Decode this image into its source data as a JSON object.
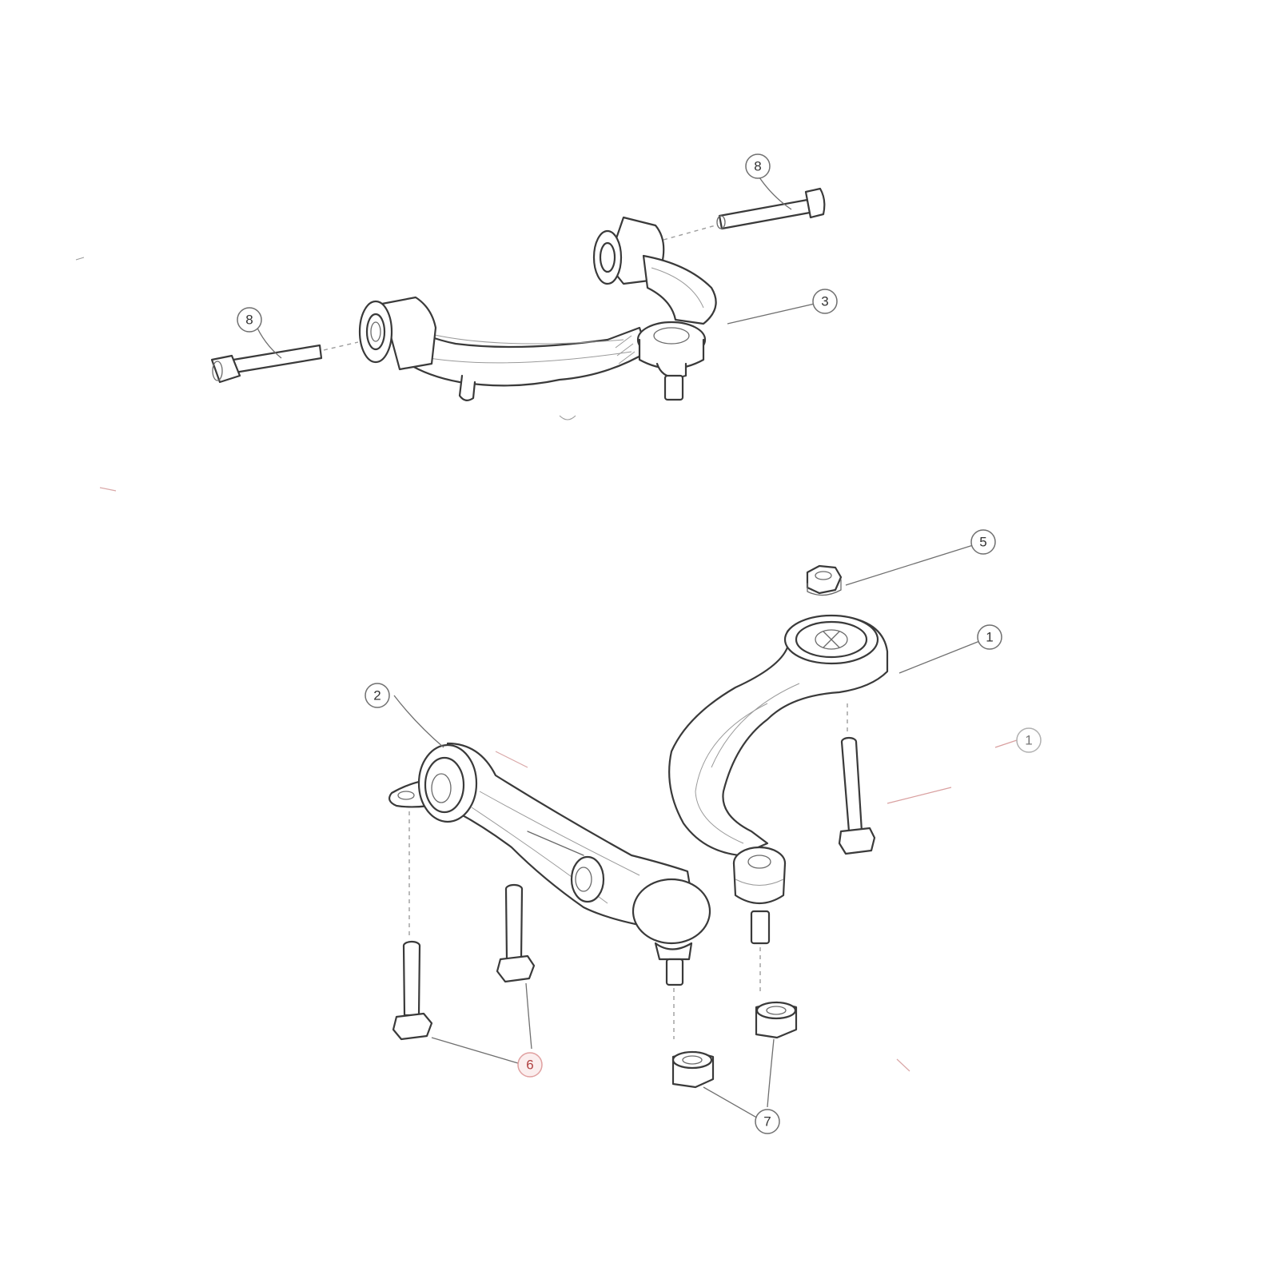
{
  "diagram": {
    "callouts": [
      {
        "id": "c8a",
        "label": "8"
      },
      {
        "id": "c8b",
        "label": "8"
      },
      {
        "id": "c3",
        "label": "3"
      },
      {
        "id": "c5",
        "label": "5"
      },
      {
        "id": "c1a",
        "label": "1"
      },
      {
        "id": "c1b",
        "label": "1"
      },
      {
        "id": "c2",
        "label": "2"
      },
      {
        "id": "c6",
        "label": "6"
      },
      {
        "id": "c7",
        "label": "7"
      }
    ]
  }
}
